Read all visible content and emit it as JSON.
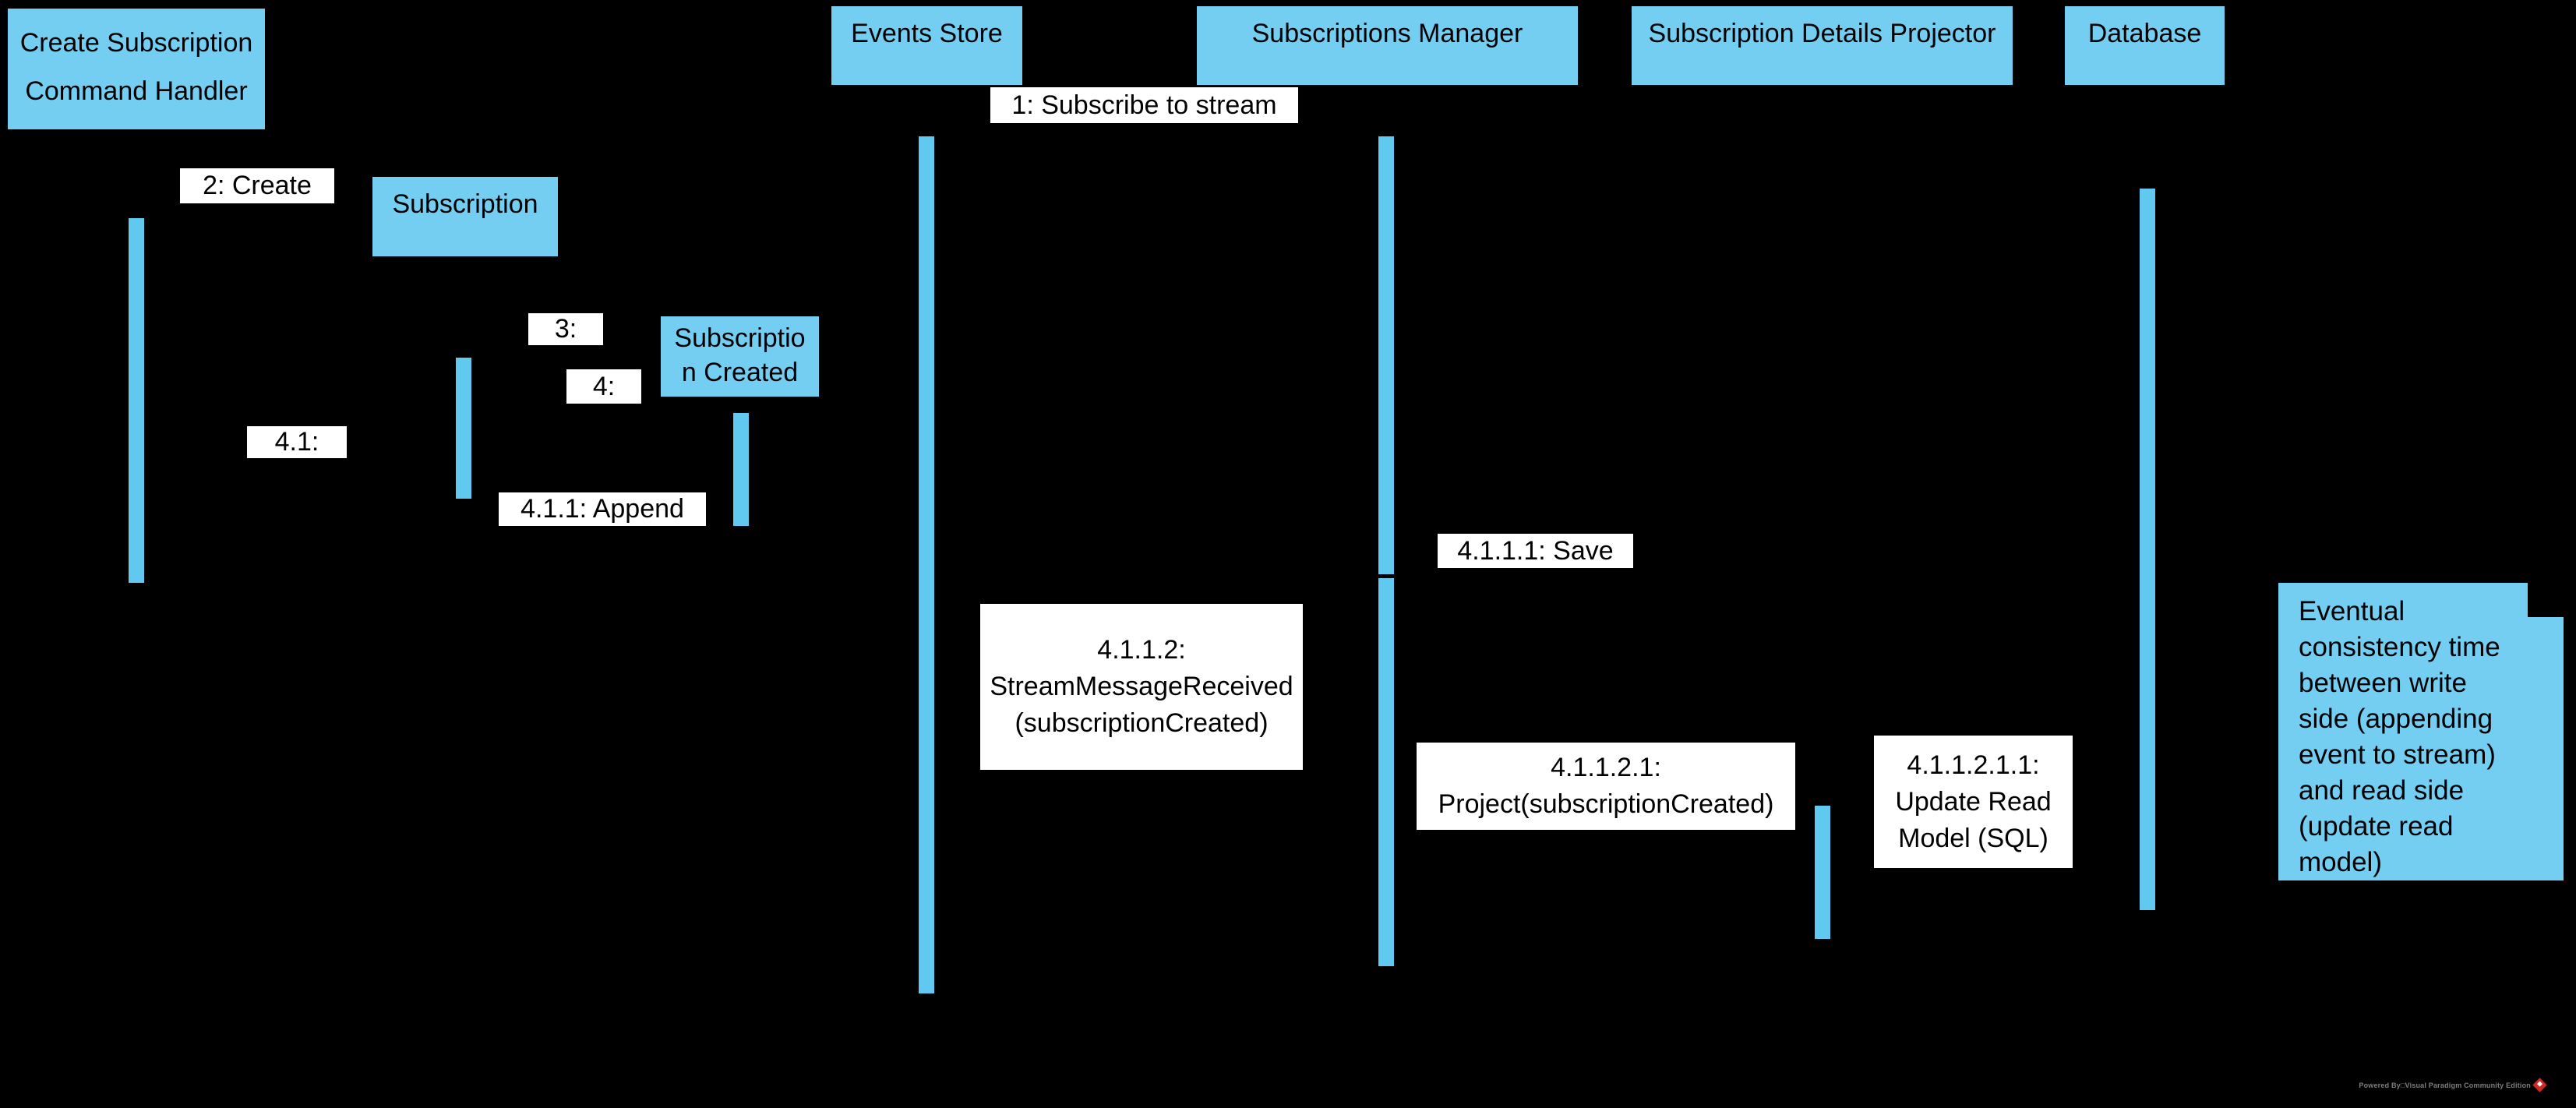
{
  "colors": {
    "background": "#000000",
    "participant_fill": "#73CEF2",
    "activation_fill": "#61C9EF",
    "message_label_bg": "#FFFFFF",
    "text": "#000000",
    "note_fill": "#73CEF2",
    "watermark_text_color": "#7F7F7F",
    "logo_red": "#CF2B24"
  },
  "participants": {
    "create_handler": {
      "lines": [
        "Create Subscription",
        "Command Handler"
      ]
    },
    "events_store": {
      "label": "Events Store"
    },
    "subscriptions_manager": {
      "label": "Subscriptions Manager"
    },
    "subscription_details_projector": {
      "label": "Subscription Details Projector"
    },
    "database": {
      "label": "Database"
    }
  },
  "objects": {
    "subscription": {
      "label": "Subscription"
    },
    "subscription_created": {
      "lines": [
        "Subscriptio",
        "n Created"
      ]
    }
  },
  "messages": {
    "m1": {
      "label": "1: Subscribe to stream"
    },
    "m2": {
      "label": "2: Create"
    },
    "m3": {
      "label": "3:"
    },
    "m4": {
      "label": "4:"
    },
    "m4_1": {
      "label": "4.1:"
    },
    "m4_1_1": {
      "label": "4.1.1: Append"
    },
    "m4_1_1_1": {
      "label": "4.1.1.1: Save"
    },
    "m4_1_1_2": {
      "lines": [
        "4.1.1.2:",
        "StreamMessageReceived",
        "(subscriptionCreated)"
      ]
    },
    "m4_1_1_2_1": {
      "lines": [
        "4.1.1.2.1:",
        "Project(subscriptionCreated)"
      ]
    },
    "m4_1_1_2_1_1": {
      "lines": [
        "4.1.1.2.1.1:",
        "Update Read",
        "Model (SQL)"
      ]
    }
  },
  "note": {
    "lines": [
      "Eventual",
      "consistency time",
      "between write",
      "side (appending",
      "event to stream)",
      "and read side",
      "(update read",
      "model)"
    ]
  },
  "watermark": {
    "text": "Powered By□Visual Paradigm Community Edition",
    "logo": "visual-paradigm-logo"
  }
}
